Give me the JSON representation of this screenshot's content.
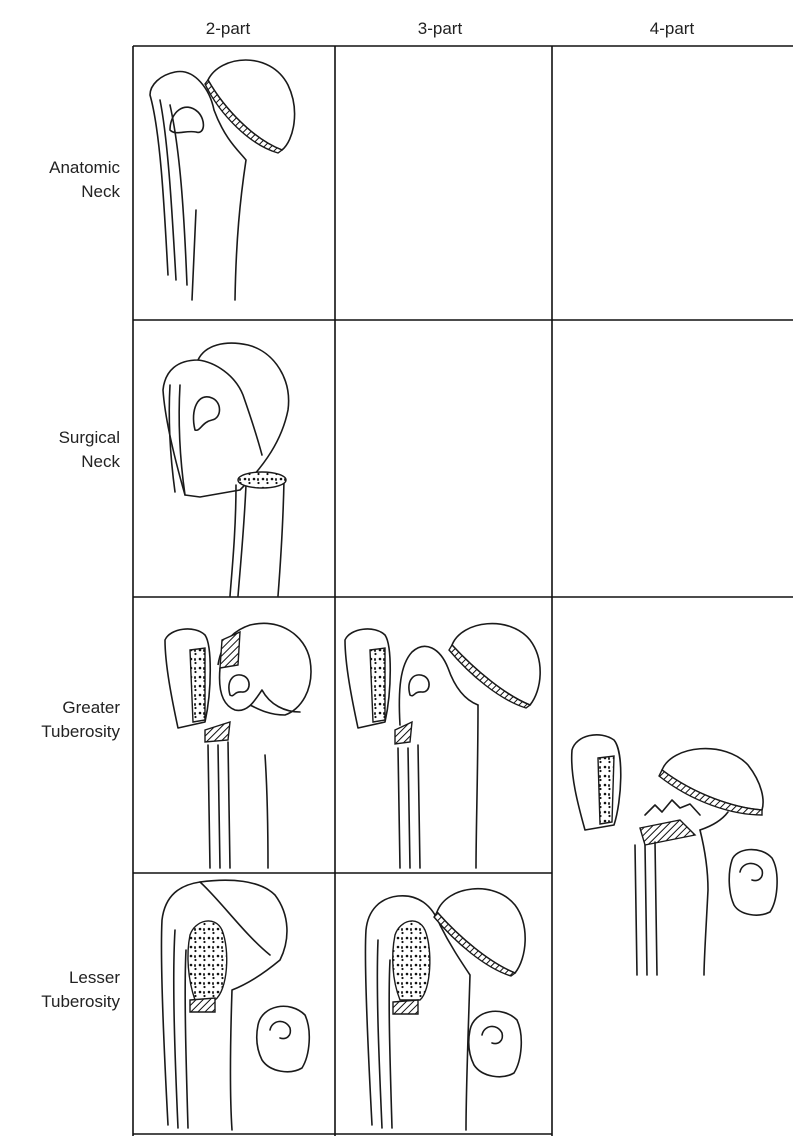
{
  "columns": [
    "2-part",
    "3-part",
    "4-part"
  ],
  "rows": [
    {
      "line1": "Anatomic",
      "line2": "Neck"
    },
    {
      "line1": "Surgical",
      "line2": "Neck"
    },
    {
      "line1": "Greater",
      "line2": "Tuberosity"
    },
    {
      "line1": "Lesser",
      "line2": "Tuberosity"
    }
  ]
}
